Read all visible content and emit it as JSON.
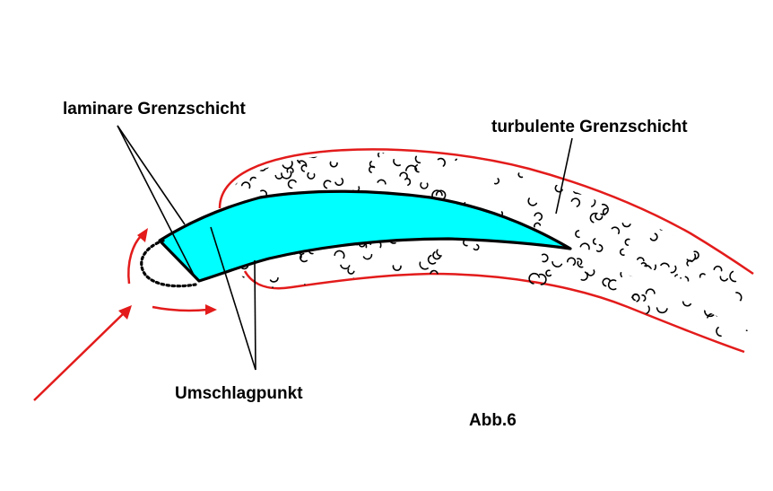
{
  "labels": {
    "laminar": "laminare Grenzschicht",
    "turbulent": "turbulente Grenzschicht",
    "transition": "Umschlagpunkt",
    "figure": "Abb.6"
  },
  "colors": {
    "airfoil_fill": "#00FFFF",
    "boundary_line": "#E31B1B",
    "arrow": "#E31B1B",
    "outline": "#000000",
    "background": "#FFFFFF"
  }
}
